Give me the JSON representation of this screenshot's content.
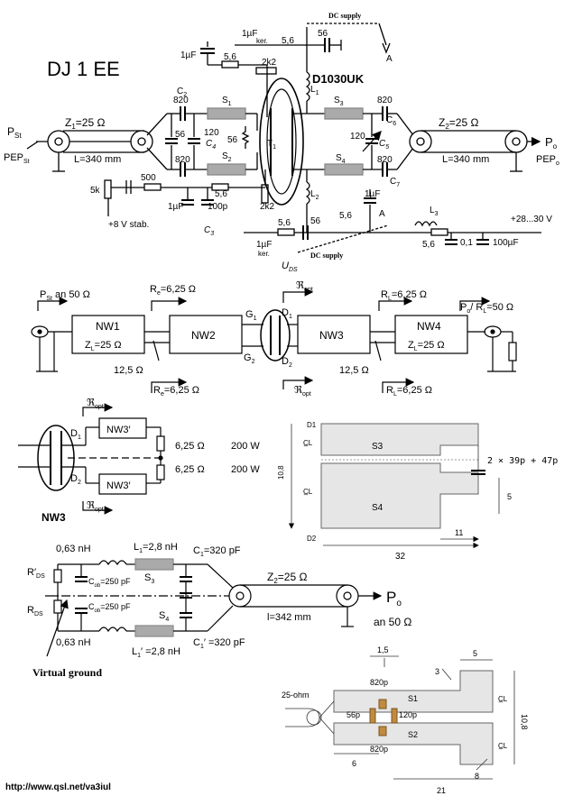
{
  "schematic": {
    "title": "DJ 1 EE",
    "dc_supply_top": "DC supply",
    "dc_supply_bottom": "DC supply",
    "transistor": "D1030UK",
    "input_label": "P",
    "input_sub": "St",
    "pep_in": "PEP",
    "pep_in_sub": "St",
    "z1": "Z",
    "z1_sub": "1",
    "z1_val": "=25 Ω",
    "z2": "Z",
    "z2_sub": "2",
    "z2_val": "=25 Ω",
    "len_left": "L=340 mm",
    "len_right": "L=340 mm",
    "out_label": "P",
    "out_sub": "o",
    "pep_out": "PEP",
    "pep_out_sub": "o",
    "c_1uF_a": "1µF",
    "c_1uF_b": "1µF",
    "ker_a": "ker.",
    "r_56_a": "5,6",
    "r_56_top": "56",
    "r_5_6_b": "5,6",
    "r_2k2_a": "2k2",
    "r_2k2_b": "2k2",
    "l1": "L",
    "l1_sub": "1",
    "l2": "L",
    "l2_sub": "2",
    "l3": "L",
    "l3_sub": "3",
    "c2": "C",
    "c2_sub": "2",
    "c2_val": "820",
    "c4_val": "120",
    "c4": "C",
    "c4_sub": "4",
    "c_56_left": "56",
    "c_56_mid": "56",
    "c_820_b": "820",
    "s1": "S",
    "s1_sub": "1",
    "s2": "S",
    "s2_sub": "2",
    "s3": "S",
    "s3_sub": "3",
    "s4": "S",
    "s4_sub": "4",
    "t1": "T",
    "t1_sub": "1",
    "c3": "C",
    "c3_sub": "3",
    "c5": "C",
    "c5_sub": "5",
    "c5_val": "120",
    "c6": "C",
    "c6_sub": "6",
    "c6_val": "820",
    "c7": "C",
    "c7_sub": "7",
    "c7_val": "820",
    "r_500": "500",
    "r_5k": "5k",
    "c_1uF_c": "1µF",
    "r_5_6_c": "5,6",
    "c_100p": "100p",
    "v_stab": "+8 V stab.",
    "c_1uF_d": "1µF",
    "r_5_6_d": "5,6",
    "r_5_6_e": "5,6",
    "c_56_bot": "56",
    "c_1uF_e": "1µF",
    "ker_b": "ker.",
    "uds": "U",
    "uds_sub": "DS",
    "r_5_6_f": "5,6",
    "c_0_1": "0,1",
    "c_100uF": "100µF",
    "supply": "+28...30 V",
    "a_top": "A",
    "a_bot": "A"
  },
  "block": {
    "p_in": "P",
    "p_in_sub": "St",
    "p_in_rest": " an 50 Ω",
    "re_top": "R",
    "re_top_sub": "e",
    "re_top_val": "=6,25 Ω",
    "ropt_top": "ℜ",
    "ropt_top_sub": "opt",
    "rl_top": "R",
    "rl_top_sub": "L",
    "rl_top_val": "=6,25 Ω",
    "p_out": "P",
    "p_out_sub": "o",
    "p_out_rest": "/ R",
    "p_out_rl_sub": "L",
    "p_out_val": "=50 Ω",
    "nw1": "NW1",
    "nw1_z": "Z",
    "nw1_z_sub": "L",
    "nw1_z_val": "=25 Ω",
    "nw2": "NW2",
    "nw3": "NW3",
    "nw4": "NW4",
    "nw4_z": "Z",
    "nw4_z_sub": "L",
    "nw4_z_val": "=25 Ω",
    "g1": "G",
    "g1_sub": "1",
    "g2": "G",
    "g2_sub": "2",
    "d1": "D",
    "d1_sub": "1",
    "d2": "D",
    "d2_sub": "2",
    "imp_left": "12,5 Ω",
    "imp_right": "12,5 Ω",
    "re_bot": "R",
    "re_bot_sub": "e",
    "re_bot_val": "=6,25 Ω",
    "ropt_bot": "ℜ",
    "ropt_bot_sub": "opt",
    "rl_bot": "R",
    "rl_bot_sub": "L",
    "rl_bot_val": "=6,25 Ω"
  },
  "nw3_detail": {
    "ropt_top": "ℜ",
    "ropt_top_sub": "opt",
    "d1": "D",
    "d1_sub": "1",
    "d2": "D",
    "d2_sub": "2",
    "box_top": "NW3′",
    "box_bot": "NW3′",
    "r_top": "6,25 Ω",
    "p_top": "200 W",
    "r_bot": "6,25 Ω",
    "p_bot": "200 W",
    "title": "NW3",
    "ropt_bot": "ℜ",
    "ropt_bot_sub": "opt"
  },
  "layout_top": {
    "d1": "D1",
    "d2": "D2",
    "s3": "S3",
    "s4": "S4",
    "cl_top": "C̲L",
    "cl_bot": "C̲L",
    "height": "10,8",
    "caps": "2 × 39p + 47p",
    "gap": "5",
    "width_total": "32",
    "width_step": "11"
  },
  "output_circuit": {
    "l_top": "0,63 nH",
    "l1": "L",
    "l1_sub": "1",
    "l1_val": "=2,8 nH",
    "c1": "C",
    "c1_sub": "1",
    "c1_val": "=320 pF",
    "rds_top": "R′",
    "rds_top_sub": "DS",
    "cob_top": "C",
    "cob_top_sub": "ob",
    "cob_top_val": "=250 pF",
    "s3": "S",
    "s3_sub": "3",
    "z2": "Z",
    "z2_sub": "2",
    "z2_val": "=25 Ω",
    "p_out": "P",
    "p_out_sub": "o",
    "rds_bot": "R",
    "rds_bot_sub": "DS",
    "cob_bot": "C",
    "cob_bot_sub": "ob",
    "cob_bot_val": "=250 pF",
    "length": "l=342 mm",
    "an50": "an 50 Ω",
    "s4": "S",
    "s4_sub": "4",
    "l_bot": "0,63 nH",
    "l1p": "L",
    "l1p_sub": "1",
    "l1p_val": "′ =2,8 nH",
    "c1p": "C",
    "c1p_sub": "1",
    "c1p_val": "′ =320 pF",
    "virtual_ground": "Virtual ground"
  },
  "layout_bot": {
    "dim_1_5": "1,5",
    "dim_5": "5",
    "c_820_top": "820p",
    "dim_3": "3",
    "coax": "25-ohm",
    "s1": "S1",
    "c_120p": "120p",
    "c_56p": "56p",
    "cl_top": "C̲L",
    "height": "10,8",
    "s2": "S2",
    "cl_bot": "C̲L",
    "c_820_bot": "820p",
    "dim_6": "6",
    "dim_8": "8",
    "dim_21": "21"
  },
  "footer": {
    "url": "http://www.qsl.net/va3iul"
  }
}
